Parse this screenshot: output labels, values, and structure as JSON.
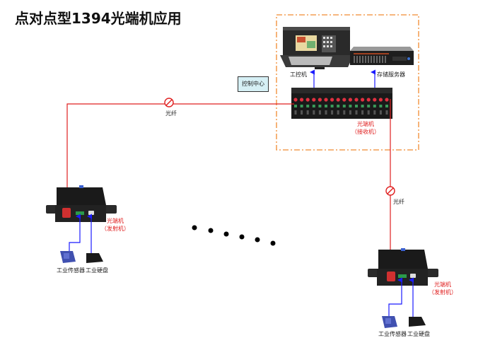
{
  "title": "点对点型1394光端机应用",
  "control_center": {
    "label": "控制中心",
    "devices": [
      {
        "name": "工控机"
      },
      {
        "name": "存储服务器"
      }
    ],
    "receiver": {
      "line1": "光端机",
      "line2": "（接收机）"
    }
  },
  "links": {
    "fiber_left": "光纤",
    "fiber_right": "光纤"
  },
  "transmitters": [
    {
      "line1": "光端机",
      "line2": "（发射机）",
      "peripherals": [
        "工业传感器",
        "工业硬盘"
      ]
    },
    {
      "line1": "光端机",
      "line2": "（发射机）",
      "peripherals": [
        "工业传感器",
        "工业硬盘"
      ]
    }
  ],
  "colors": {
    "fiber": "#e02020",
    "data_link": "#1a1aff",
    "boundary": "#f08a30",
    "control_box": "#d6f0f5"
  }
}
